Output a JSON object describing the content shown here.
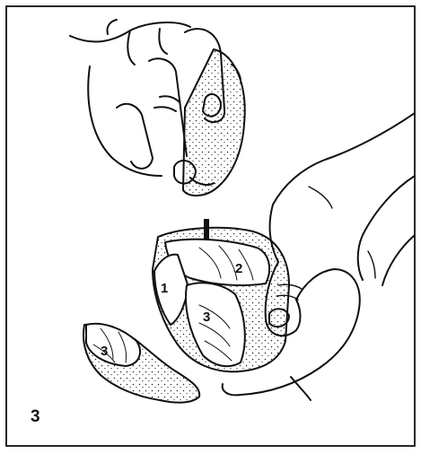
{
  "figure": {
    "number": "3",
    "scar_labels": {
      "first_removal": "1",
      "second_removal": "2",
      "third_removal_on_core": "3",
      "third_removal_on_flake": "3"
    }
  },
  "icons": {
    "strike_arrow": "down-arrow-icon",
    "hammerstone": "hammerstone-icon"
  },
  "colors": {
    "ink": "#111111",
    "paper": "#ffffff"
  }
}
